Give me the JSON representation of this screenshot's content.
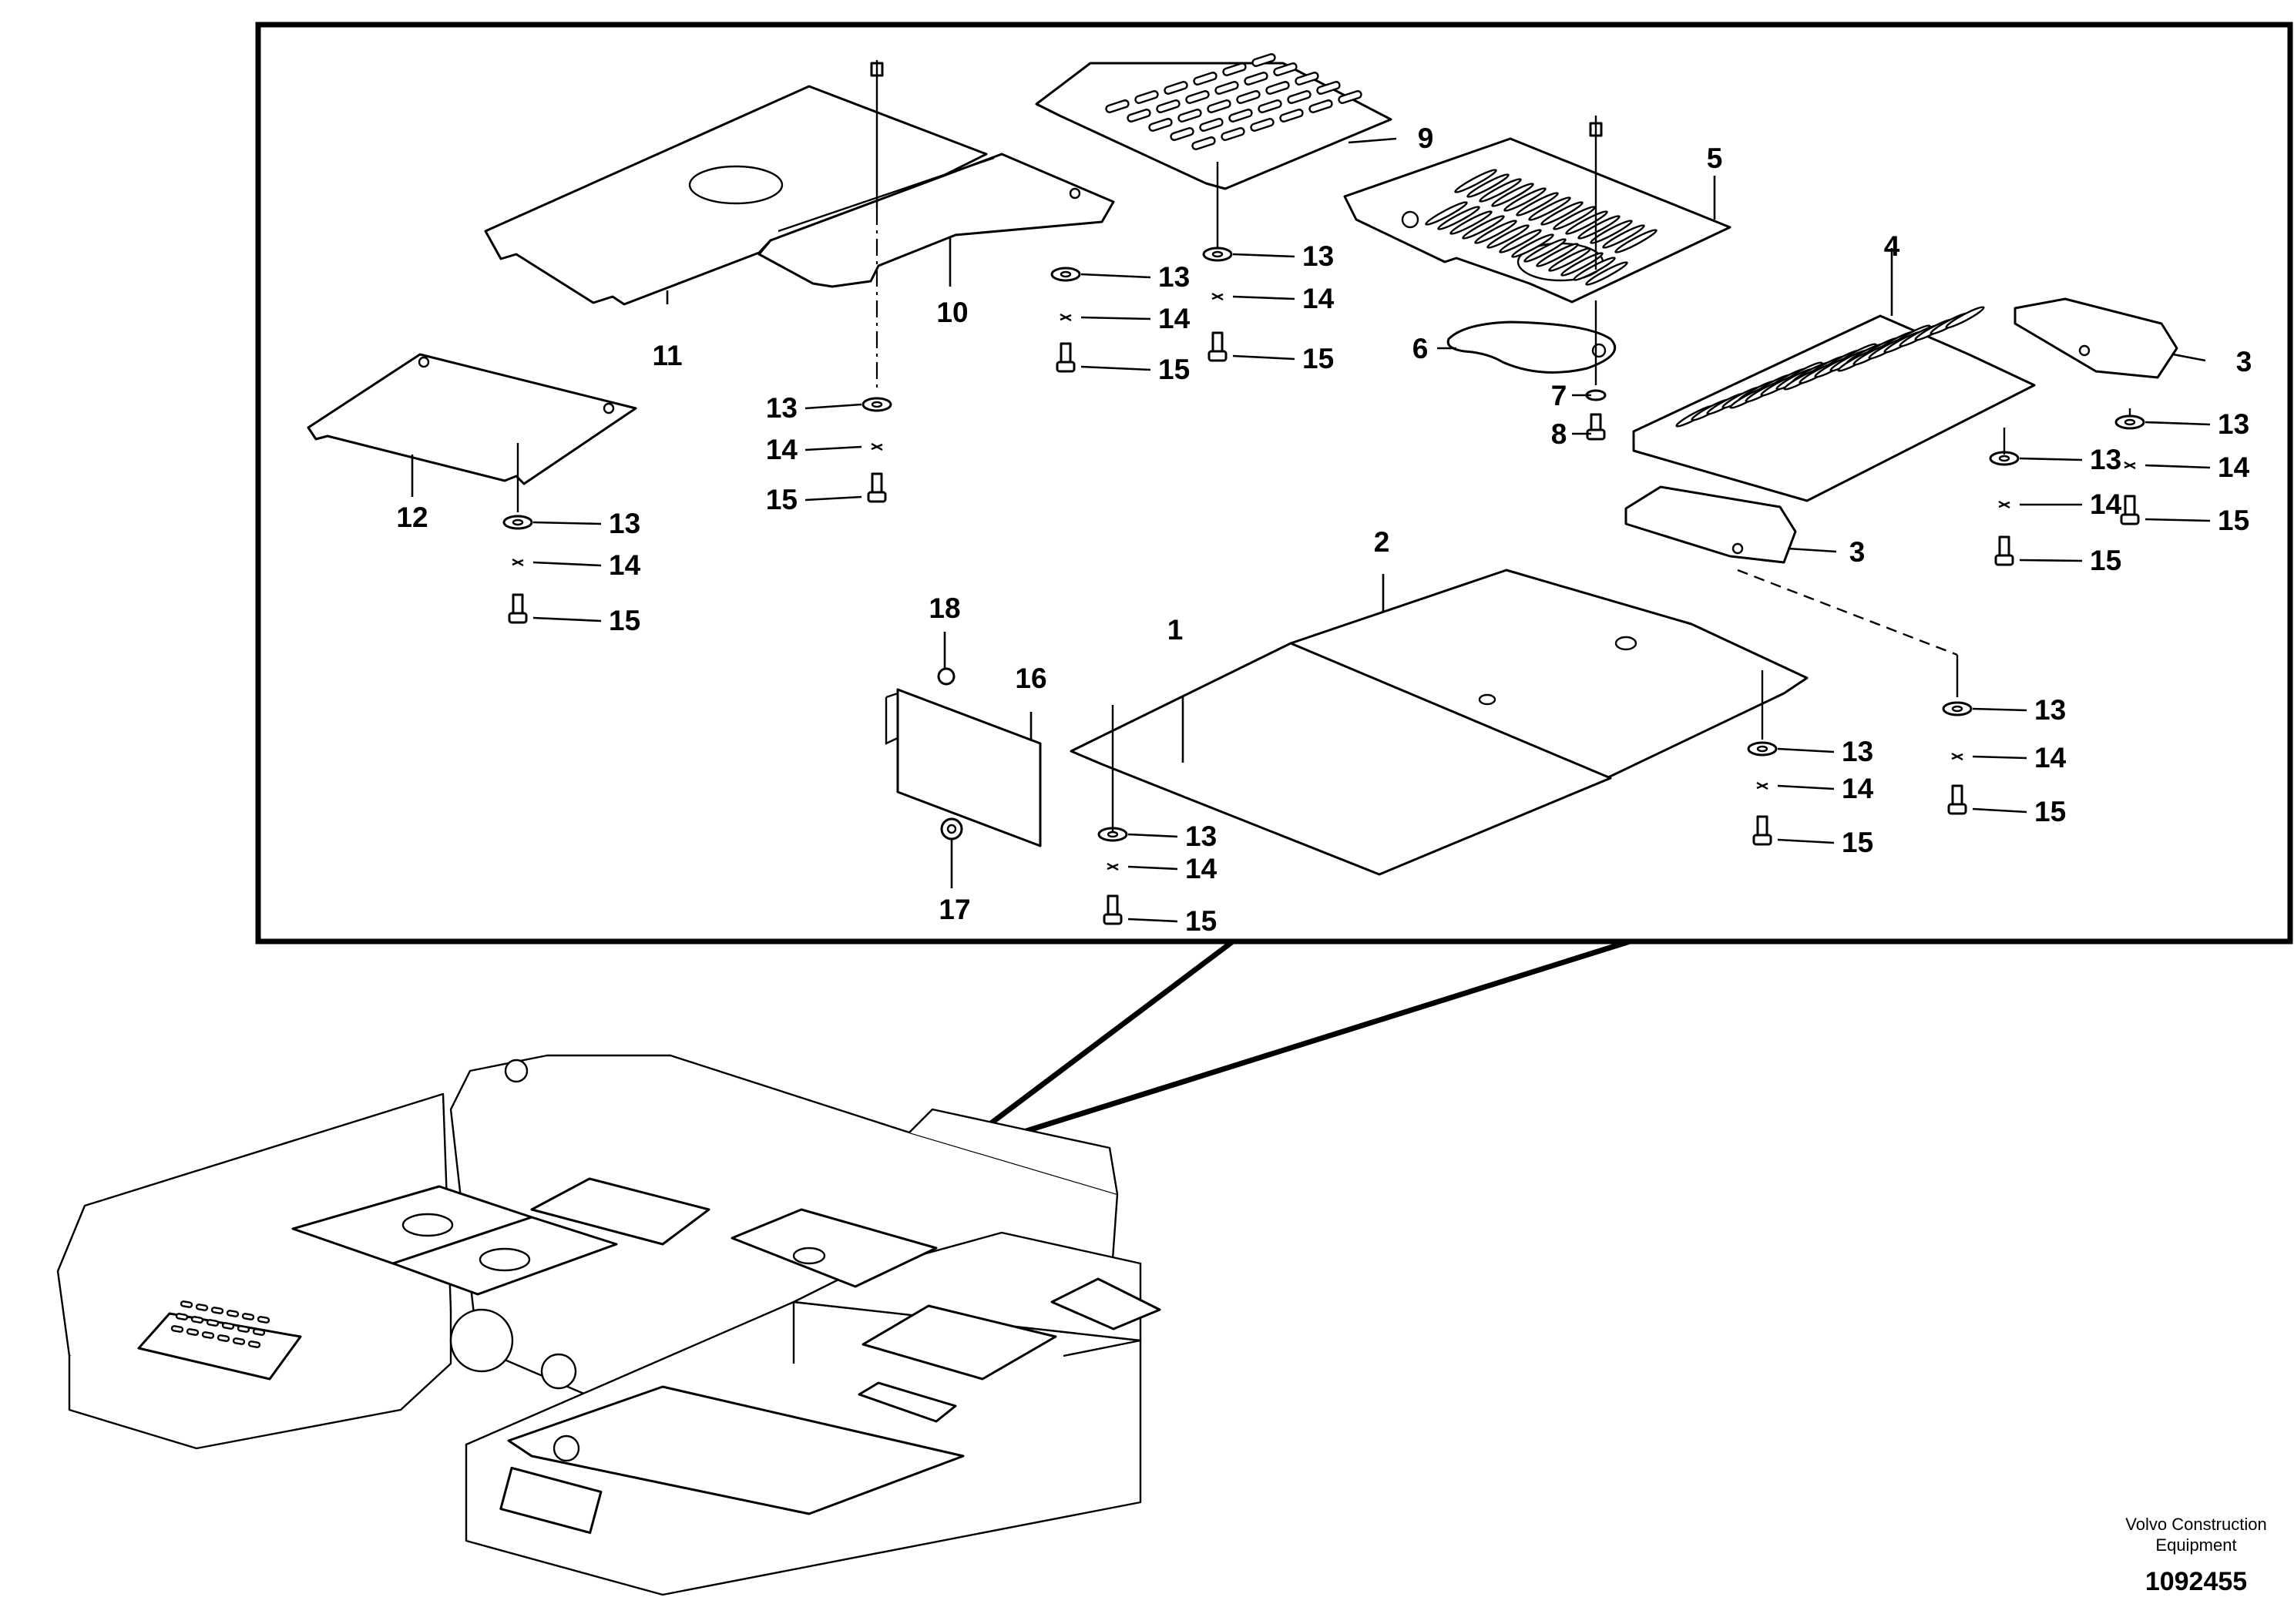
{
  "callouts": {
    "c1": "1",
    "c2": "2",
    "c3a": "3",
    "c3b": "3",
    "c4": "4",
    "c5": "5",
    "c6": "6",
    "c7": "7",
    "c8": "8",
    "c9": "9",
    "c10": "10",
    "c11": "11",
    "c12": "12",
    "c16": "16",
    "c17": "17",
    "c18": "18",
    "washer": "13",
    "lockwasher": "14",
    "screw": "15"
  },
  "footer": {
    "credit_line1": "Volvo Construction",
    "credit_line2": "Equipment",
    "doc_number": "1092455"
  }
}
